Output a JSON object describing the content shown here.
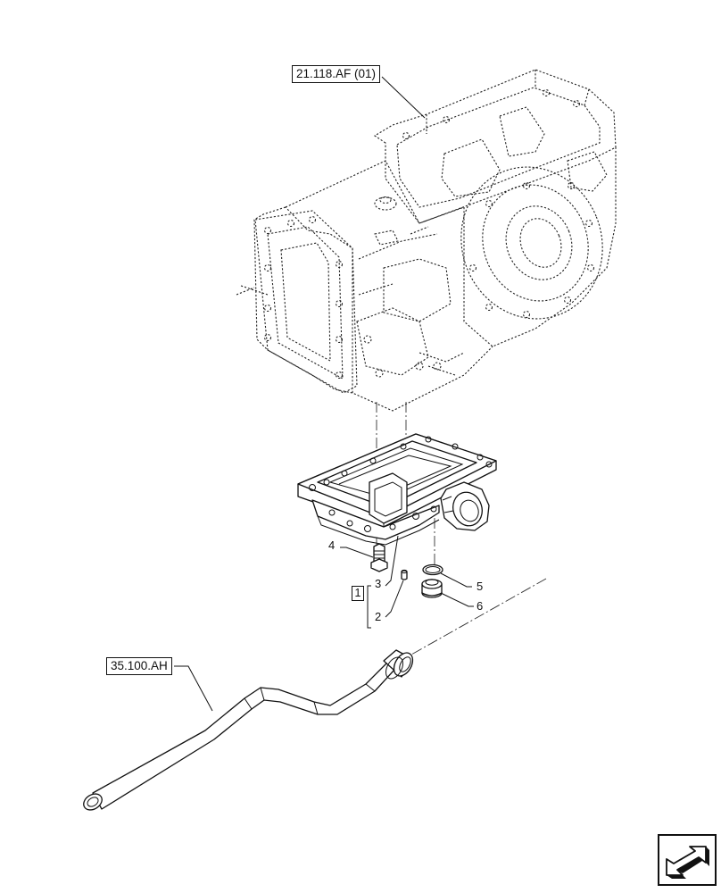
{
  "references": {
    "transmission_housing": "21.118.AF (01)",
    "oil_pipe": "35.100.AH"
  },
  "callouts": {
    "kit": "1",
    "part_2": "2",
    "part_3": "3",
    "part_4": "4",
    "part_5": "5",
    "part_6": "6"
  },
  "icons": {
    "navigation": "next-page-arrow-icon"
  }
}
